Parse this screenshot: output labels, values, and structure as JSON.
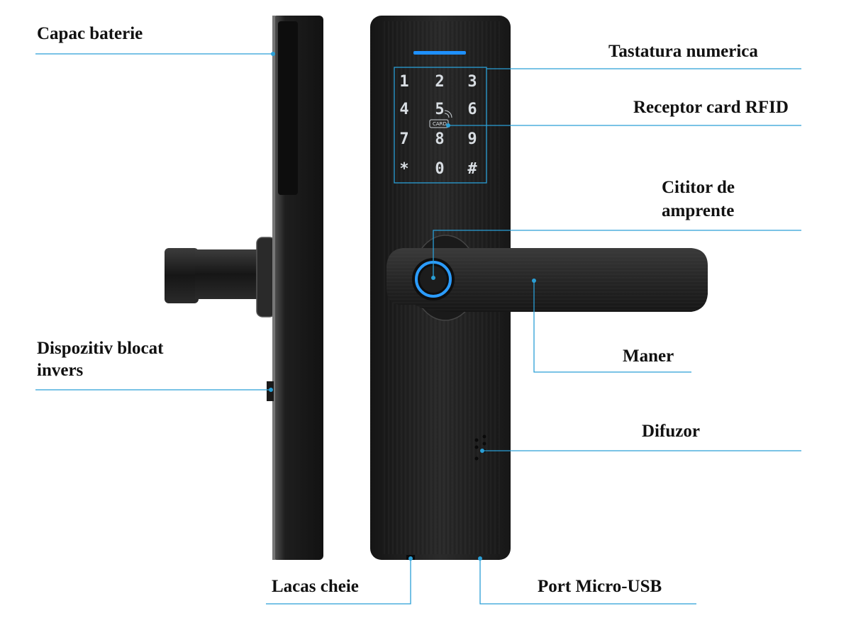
{
  "labels": {
    "battery_cover": "Capac baterie",
    "keypad": "Tastatura numerica",
    "rfid": "Receptor card RFID",
    "fingerprint_line1": "Cititor de",
    "fingerprint_line2": "amprente",
    "reverse_lock_line1": "Dispozitiv blocat",
    "reverse_lock_line2": "invers",
    "handle": "Maner",
    "speaker": "Difuzor",
    "key_hole": "Lacas cheie",
    "usb_port": "Port Micro-USB"
  },
  "keypad": {
    "keys": [
      "1",
      "2",
      "3",
      "4",
      "5",
      "6",
      "7",
      "8",
      "9",
      "*",
      "0",
      "#"
    ],
    "card_text": "CARD"
  },
  "colors": {
    "leader_line": "#2a9fd6",
    "lock_body": "#1f1f1f",
    "key_indicator": "#1e90ff"
  }
}
